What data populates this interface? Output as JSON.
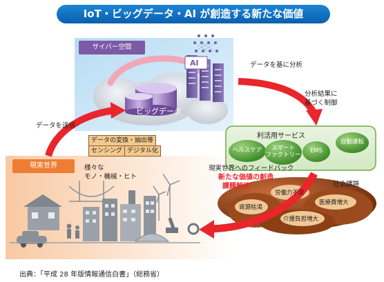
{
  "title": "IoT・ビッグデータ・AI が創造する新たな価値",
  "cyber": {
    "label": "サイバー空間",
    "ai_label": "AI",
    "bigdata_label": "ビッグデータ",
    "analysis_label": "データを基に分析",
    "control_label": [
      "分析結果に",
      "基づく制御"
    ]
  },
  "real": {
    "label": "現実世界",
    "things_label": [
      "様々な",
      "モノ・機械・ヒト"
    ],
    "send_label": "データを送信",
    "conversion_tags": [
      "データの変換・抽出等",
      "センシング",
      "デジタル化"
    ]
  },
  "services": {
    "title": "利活用サービス",
    "items": [
      "ヘルスケア",
      "スマート\nファクトリー",
      "EMS",
      "自動運転"
    ]
  },
  "feedback": {
    "label": "現実世界へのフィードバック",
    "value_lines": [
      "新たな価値の創造",
      "課題解決"
    ]
  },
  "social_issues": {
    "title": "社会課題",
    "items": [
      "労働力不足",
      "資源枯渇",
      "医療費増大",
      "介護負担増大"
    ]
  },
  "source": "出典：「平成 28 年版情報通信白書」（総務省）",
  "colors": {
    "title_blue": "#0a5fae",
    "cyber_purple": "#7c5aa6",
    "real_orange": "#ee7d35",
    "service_green": "#4f9a36",
    "arrow_red": "#e8262c",
    "issue_brown": "#8b4513"
  }
}
